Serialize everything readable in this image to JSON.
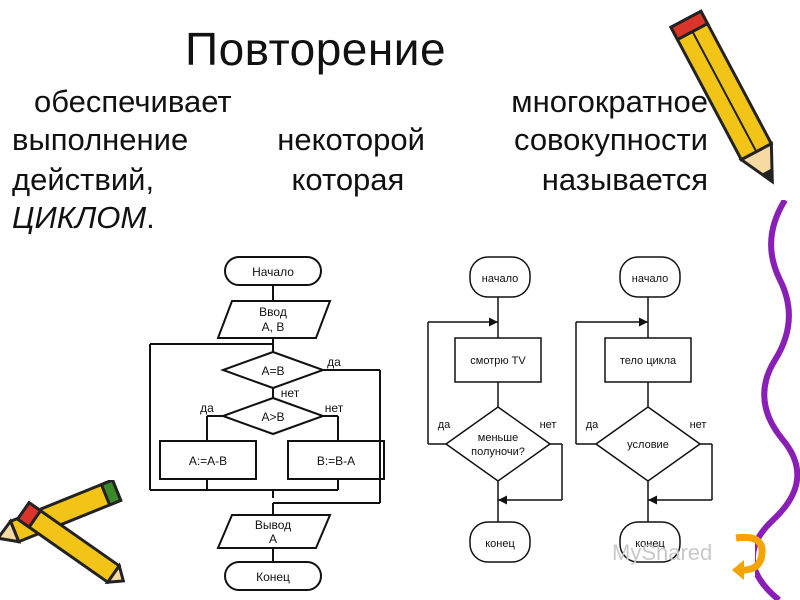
{
  "slide": {
    "title": "Повторение",
    "lines": [
      [
        "обеспечивает",
        "многократное"
      ],
      [
        "выполнение",
        "некоторой",
        "совокупности"
      ],
      [
        "действий,",
        "которая",
        "называется"
      ]
    ],
    "emphasis": "ЦИКЛОМ",
    "emphasis_suffix": "."
  },
  "flowchart1": {
    "start": "Начало",
    "input": [
      "Ввод",
      "А, В"
    ],
    "cond1": "А=В",
    "cond1_yes": "да",
    "cond2": "А>В",
    "cond2_yes": "да",
    "cond2_no": "нет",
    "action_left": "А:=А-В",
    "action_right": "В:=В-А",
    "output": [
      "Вывод",
      "А"
    ],
    "end": "Конец"
  },
  "flowchart2": {
    "start": "начало",
    "body": "смотрю TV",
    "yes": "да",
    "no": "нет",
    "cond": [
      "меньше",
      "полуночи?"
    ],
    "end": "конец"
  },
  "flowchart3": {
    "start": "начало",
    "body": "тело цикла",
    "yes": "да",
    "no": "нет",
    "cond": "условие",
    "end": "конец"
  },
  "watermark": "MyShared"
}
